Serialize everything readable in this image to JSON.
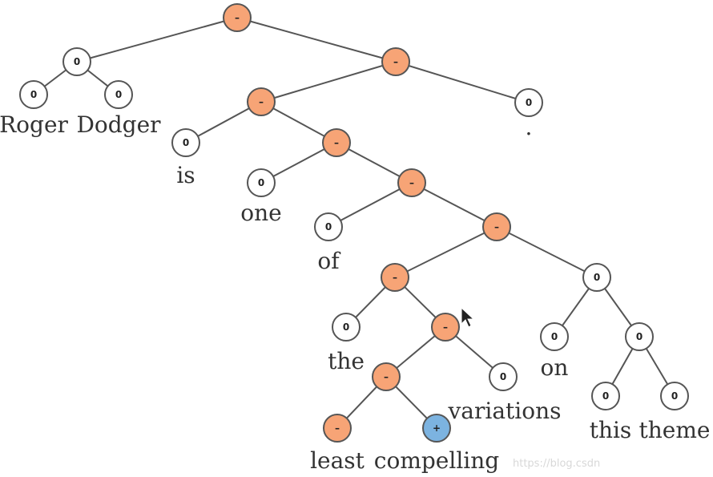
{
  "colors": {
    "negative": "#f7a476",
    "neutral": "#ffffff",
    "positive": "#7cb3e0",
    "edge": "#555555",
    "text": "#333333"
  },
  "symbols": {
    "negative": "–",
    "neutral": "0",
    "positive": "+"
  },
  "nodes": [
    {
      "id": "n0",
      "sentiment": "negative",
      "parent": null
    },
    {
      "id": "n1",
      "sentiment": "neutral",
      "parent": "n0"
    },
    {
      "id": "n2",
      "sentiment": "negative",
      "parent": "n0"
    },
    {
      "id": "n3",
      "sentiment": "neutral",
      "parent": "n1",
      "word": "Roger"
    },
    {
      "id": "n4",
      "sentiment": "neutral",
      "parent": "n1",
      "word": "Dodger"
    },
    {
      "id": "n5",
      "sentiment": "negative",
      "parent": "n2"
    },
    {
      "id": "n6",
      "sentiment": "neutral",
      "parent": "n2",
      "word": "."
    },
    {
      "id": "n7",
      "sentiment": "neutral",
      "parent": "n5",
      "word": "is"
    },
    {
      "id": "n8",
      "sentiment": "negative",
      "parent": "n5"
    },
    {
      "id": "n9",
      "sentiment": "neutral",
      "parent": "n8",
      "word": "one"
    },
    {
      "id": "n10",
      "sentiment": "negative",
      "parent": "n8"
    },
    {
      "id": "n11",
      "sentiment": "neutral",
      "parent": "n10",
      "word": "of"
    },
    {
      "id": "n12",
      "sentiment": "negative",
      "parent": "n10"
    },
    {
      "id": "n13",
      "sentiment": "negative",
      "parent": "n12"
    },
    {
      "id": "n14",
      "sentiment": "neutral",
      "parent": "n12"
    },
    {
      "id": "n15",
      "sentiment": "neutral",
      "parent": "n13",
      "word": "the"
    },
    {
      "id": "n16",
      "sentiment": "negative",
      "parent": "n13"
    },
    {
      "id": "n17",
      "sentiment": "negative",
      "parent": "n16"
    },
    {
      "id": "n18",
      "sentiment": "neutral",
      "parent": "n16",
      "word": "variations"
    },
    {
      "id": "n19",
      "sentiment": "negative",
      "parent": "n17",
      "word": "least"
    },
    {
      "id": "n20",
      "sentiment": "positive",
      "parent": "n17",
      "word": "compelling"
    },
    {
      "id": "n21",
      "sentiment": "neutral",
      "parent": "n14",
      "word": "on"
    },
    {
      "id": "n22",
      "sentiment": "neutral",
      "parent": "n14"
    },
    {
      "id": "n23",
      "sentiment": "neutral",
      "parent": "n22",
      "word": "this"
    },
    {
      "id": "n24",
      "sentiment": "neutral",
      "parent": "n22",
      "word": "theme"
    }
  ],
  "watermark": "https://blog.csdn"
}
